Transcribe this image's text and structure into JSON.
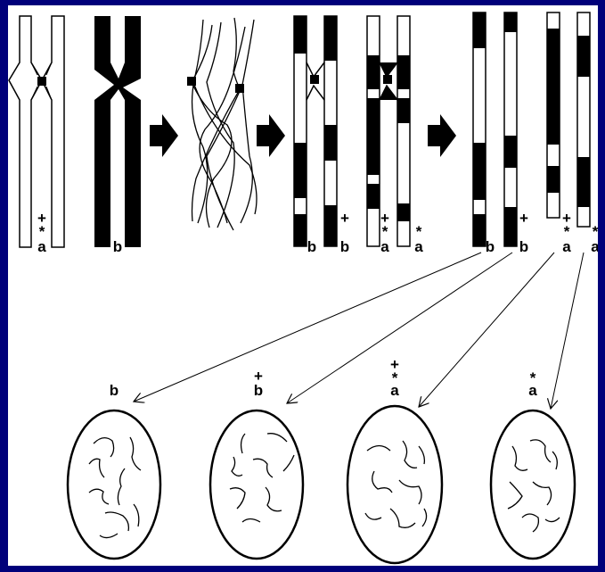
{
  "colors": {
    "background": "#00007a",
    "panel": "#ffffff",
    "ink": "#000000"
  },
  "stages": {
    "initial": {
      "left_chromosome": {
        "markers": [
          "+",
          "*",
          "a"
        ]
      },
      "right_chromosome": {
        "markers": [
          "b"
        ]
      }
    },
    "after_crossover": {
      "chromatid_1": {
        "markers": [
          "b"
        ]
      },
      "chromatid_2": {
        "markers": [
          "+",
          "b"
        ]
      },
      "chromatid_3": {
        "markers": [
          "+",
          "*",
          "a"
        ]
      },
      "chromatid_4": {
        "markers": [
          "*",
          "a"
        ]
      }
    },
    "separated": {
      "chromatid_1": {
        "markers": [
          "b"
        ]
      },
      "chromatid_2": {
        "markers": [
          "+",
          "b"
        ]
      },
      "chromatid_3": {
        "markers": [
          "+",
          "*",
          "a"
        ]
      },
      "chromatid_4": {
        "markers": [
          "*",
          "a"
        ]
      }
    }
  },
  "gametes": [
    {
      "markers": [
        "b"
      ]
    },
    {
      "markers": [
        "+",
        "b"
      ]
    },
    {
      "markers": [
        "+",
        "*",
        "a"
      ]
    },
    {
      "markers": [
        "*",
        "a"
      ]
    }
  ]
}
